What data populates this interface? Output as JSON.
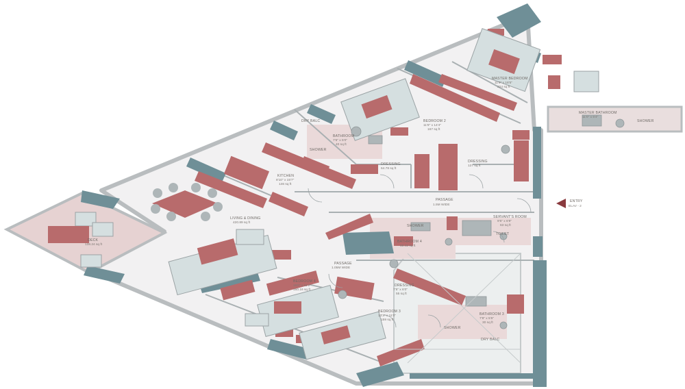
{
  "colors": {
    "floor": "#f2f1f2",
    "wall": "#b9bdbf",
    "teal": "#6f8f97",
    "maroon": "#b86b6c",
    "pink_floor": "#e6d2d2",
    "furniture": "#d5dfe0",
    "line": "#9aa2a4",
    "text": "#6f6a66"
  },
  "rooms": {
    "master_bedroom": {
      "name": "MASTER BEDROOM",
      "size": "11'9\" x 18'5\"",
      "area": "224 sq ft"
    },
    "master_bathroom": {
      "name": "MASTER BATHROOM",
      "size": "11'0\" x 5'4\""
    },
    "shower_master": {
      "name": "SHOWER"
    },
    "bedroom2": {
      "name": "BEDROOM 2",
      "size": "11'8\" x 14'4\"",
      "area": "167 sq ft"
    },
    "dry_balc_top": {
      "name": "DRY BALC"
    },
    "bathroom_top": {
      "name": "BATHROOM",
      "size": "7'6\" x 5'0\"",
      "area": "40 sq ft"
    },
    "shower_top": {
      "name": "SHOWER"
    },
    "dressing_a": {
      "name": "DRESSING",
      "area": "64.78 sq ft"
    },
    "dressing_b": {
      "name": "DRESSING",
      "area": "127 sq ft"
    },
    "kitchen": {
      "name": "KITCHEN",
      "size": "8'10\" x 15'7\"",
      "area": "146 sq ft"
    },
    "living": {
      "name": "LIVING & DINING",
      "area": "420.89 sq ft"
    },
    "deck": {
      "name": "DECK",
      "area": "138.24 sq ft"
    },
    "passage_main": {
      "name": "PASSAGE",
      "size": "1.5M WIDE"
    },
    "entry": {
      "name": "ENTRY",
      "sub": "ELAV - 2"
    },
    "servants": {
      "name": "SERVANT'S ROOM",
      "size": "9'5\" x 6'9\"",
      "area": "63 sq ft"
    },
    "toilet": {
      "name": "TOILET"
    },
    "shower_mid": {
      "name": "SHOWER"
    },
    "bathroom4": {
      "name": "BATHROOM 4",
      "area": "59.42 sq ft"
    },
    "passage_small": {
      "name": "PASSAGE",
      "size": "1.05M WIDE"
    },
    "bedroom4": {
      "name": "BEDROOM 4",
      "size": "15'0\" x 11'2\"",
      "area": "160.16 sq ft"
    },
    "dressing_c": {
      "name": "DRESSING",
      "size": "7'5\" x 6'0\"",
      "area": "55 sq ft"
    },
    "bedroom3": {
      "name": "BEDROOM 3",
      "size": "13'3\" x 11'0\"",
      "area": "159 sq ft"
    },
    "bathroom3": {
      "name": "BATHROOM 3",
      "size": "7'8\" x 5'5\"",
      "area": "30 sq ft"
    },
    "shower_low": {
      "name": "SHOWER"
    },
    "dry_balc_low": {
      "name": "DRY BALC"
    }
  }
}
